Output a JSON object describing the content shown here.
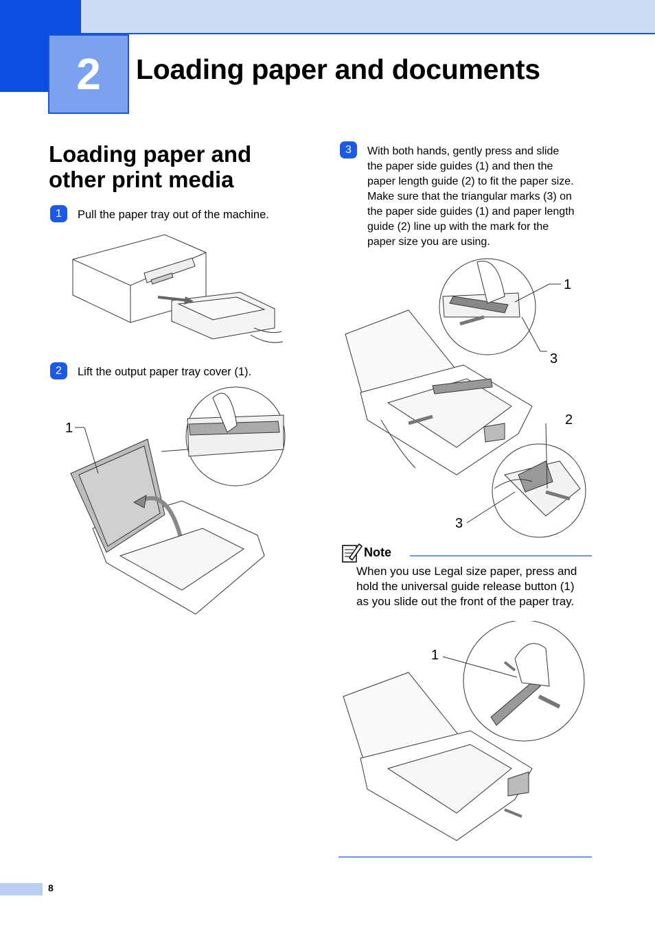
{
  "chapter": {
    "number": "2",
    "title": "Loading paper and documents"
  },
  "section": {
    "heading": "Loading paper and other print media"
  },
  "steps": [
    {
      "num": "1",
      "text": "Pull the paper tray out of the machine."
    },
    {
      "num": "2",
      "text": "Lift the output paper tray cover (1)."
    },
    {
      "num": "3",
      "lines": [
        "With both hands, gently press and slide",
        "the paper side guides (1) and then the",
        "paper length guide (2) to fit the paper size.",
        "Make sure that the triangular marks (3) on",
        "the paper side guides (1) and paper length",
        "guide (2) line up with the mark for the",
        "paper size you are using."
      ]
    }
  ],
  "figures": {
    "fig2_callouts": [
      "1"
    ],
    "fig3_callouts": [
      "1",
      "3",
      "2",
      "3"
    ],
    "fig4_callouts": [
      "1"
    ]
  },
  "note": {
    "label": "Note",
    "lines": [
      "When you use Legal size paper, press and",
      "hold the universal guide release button (1)",
      "as you slide out the front of the paper tray."
    ]
  },
  "footer": {
    "page_number": "8"
  },
  "colors": {
    "accent": "#1a5ae6",
    "band": "#cfdcf6",
    "chapter_box": "#7ba2ef"
  }
}
